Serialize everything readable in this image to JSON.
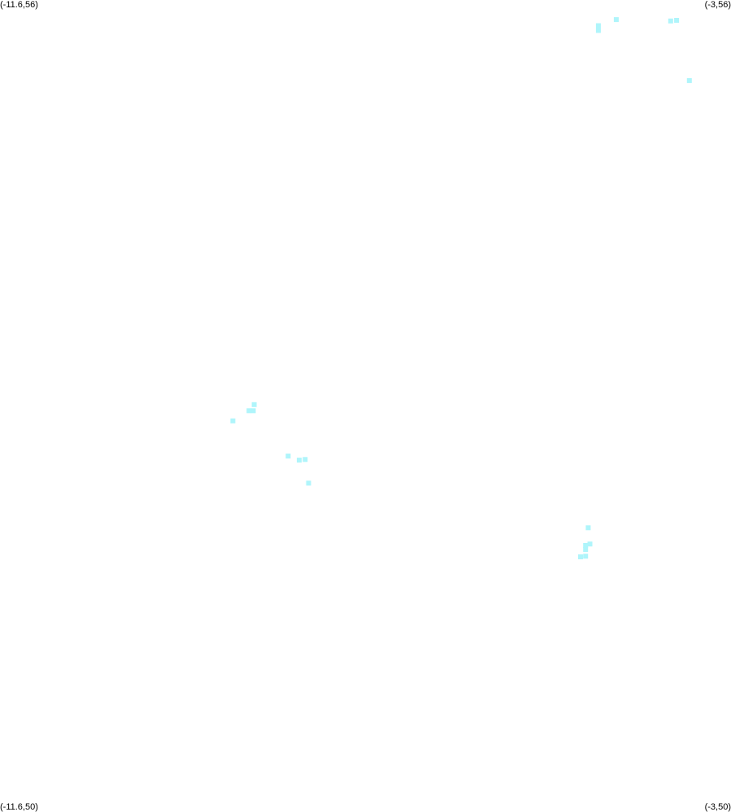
{
  "chart_data": {
    "type": "scatter",
    "xlim": [
      -11.6,
      -3
    ],
    "ylim": [
      50,
      56
    ],
    "grid": false,
    "marker": "square",
    "point_color": "#aff5fb",
    "corner_labels": {
      "top_left": "(-11.6,56)",
      "top_right": "(-3,56)",
      "bottom_left": "(-11.6,50)",
      "bottom_right": "(-3,50)"
    },
    "points": [
      {
        "x": -4.35,
        "y": 55.855
      },
      {
        "x": -4.56,
        "y": 55.81
      },
      {
        "x": -4.56,
        "y": 55.775
      },
      {
        "x": -3.71,
        "y": 55.845
      },
      {
        "x": -3.64,
        "y": 55.85
      },
      {
        "x": -3.49,
        "y": 55.405
      },
      {
        "x": -8.61,
        "y": 53.01
      },
      {
        "x": -8.62,
        "y": 52.965
      },
      {
        "x": -8.67,
        "y": 52.965
      },
      {
        "x": -8.86,
        "y": 52.89
      },
      {
        "x": -8.21,
        "y": 52.63
      },
      {
        "x": -8.08,
        "y": 52.6
      },
      {
        "x": -8.01,
        "y": 52.605
      },
      {
        "x": -7.97,
        "y": 52.43
      },
      {
        "x": -4.68,
        "y": 52.1
      },
      {
        "x": -4.66,
        "y": 51.98
      },
      {
        "x": -4.71,
        "y": 51.97
      },
      {
        "x": -4.71,
        "y": 51.94
      },
      {
        "x": -4.77,
        "y": 51.885
      },
      {
        "x": -4.71,
        "y": 51.89
      }
    ]
  }
}
